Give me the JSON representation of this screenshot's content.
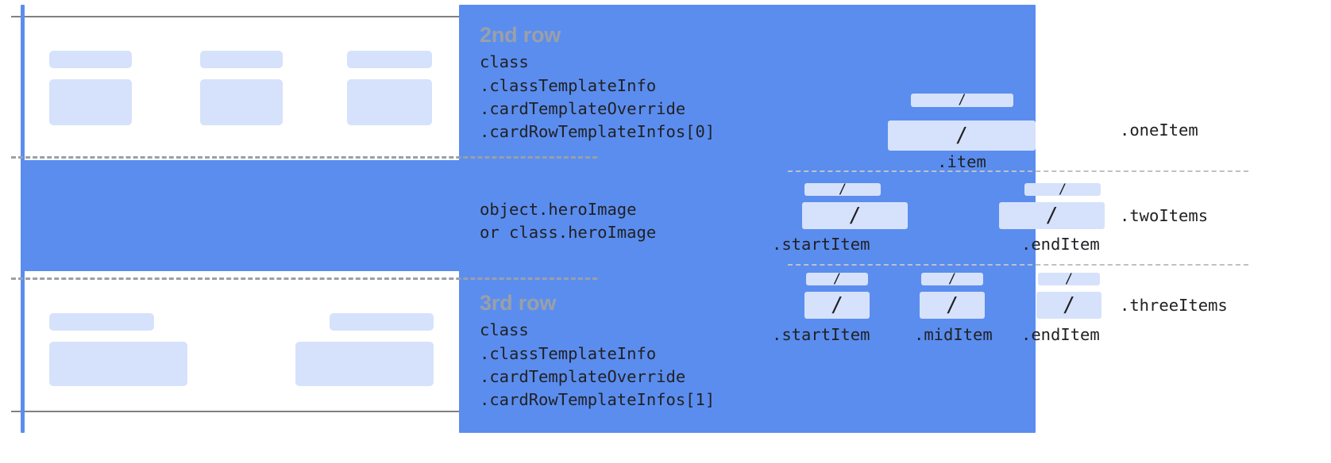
{
  "colors": {
    "hero_fill": "#5b8def",
    "chip_fill": "#d6e2fb",
    "rule_gray": "#808080",
    "dash_gray": "#9aa0a6",
    "title_gray": "#9aa0a6",
    "text_black": "#202124",
    "guide_blue": "#5b8def"
  },
  "left_panel": {
    "second_row": {
      "title": "2nd row",
      "code_lines": [
        "class",
        ".classTemplateInfo",
        ".cardTemplateOverride",
        ".cardRowTemplateInfos[0]"
      ]
    },
    "hero": {
      "code_lines": [
        "object.heroImage",
        "or class.heroImage"
      ]
    },
    "third_row": {
      "title": "3rd row",
      "code_lines": [
        "class",
        ".classTemplateInfo",
        ".cardTemplateOverride",
        ".cardRowTemplateInfos[1]"
      ]
    }
  },
  "right_panel": {
    "placeholder_glyph": "/",
    "groups": [
      {
        "tag": ".oneItem",
        "item_labels": [
          ".item"
        ],
        "columns": 1
      },
      {
        "tag": ".twoItems",
        "item_labels": [
          ".startItem",
          ".endItem"
        ],
        "columns": 2
      },
      {
        "tag": ".threeItems",
        "item_labels": [
          ".startItem",
          ".midItem",
          ".endItem"
        ],
        "columns": 3
      }
    ]
  }
}
